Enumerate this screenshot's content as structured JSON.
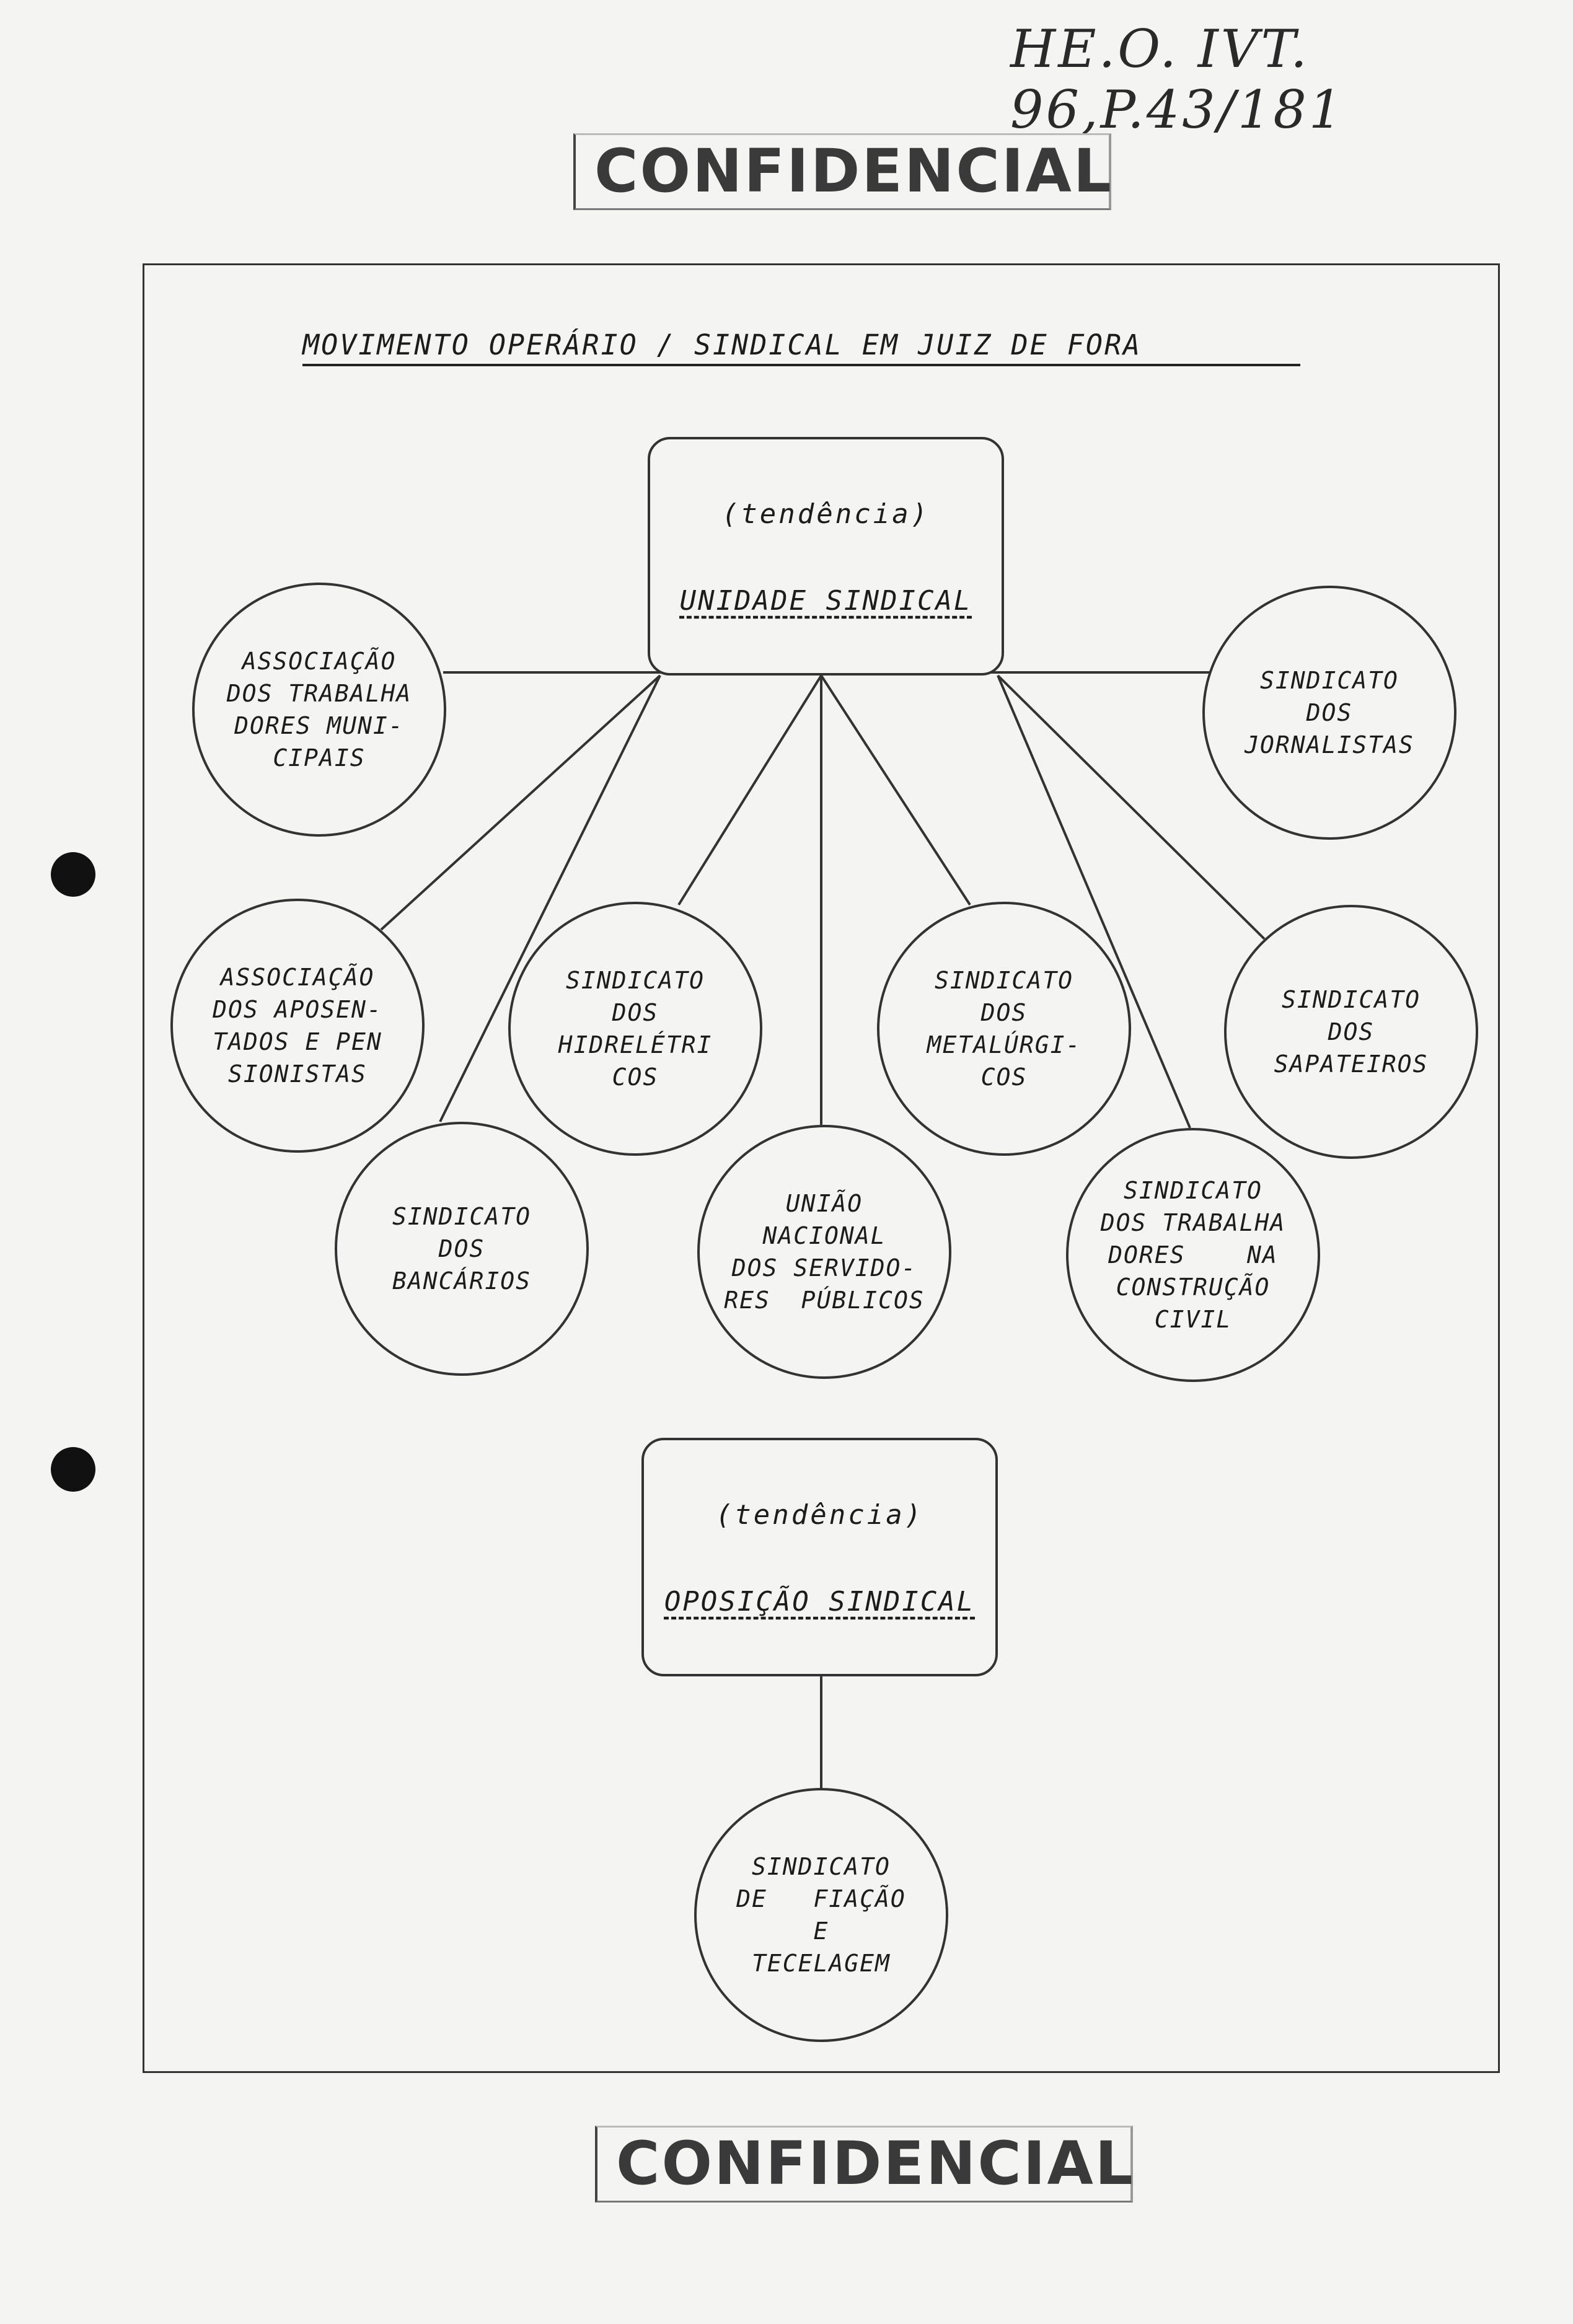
{
  "handwritten_ref": "HE.O. IVT. 96,P.43/181",
  "classification_top": "CONFIDENCIAL",
  "classification_bottom": "CONFIDENCIAL",
  "title": "MOVIMENTO   OPERÁRIO / SINDICAL   EM   JUIZ   DE   FORA",
  "tendency_unity": {
    "label": "(tendência)",
    "name": "UNIDADE  SINDICAL"
  },
  "tendency_opposition": {
    "label": "(tendência)",
    "name": "OPOSIÇÃO  SINDICAL"
  },
  "nodes": [
    "ASSOCIAÇÃO\nDOS TRABALHA\nDORES MUNI-\nCIPAIS",
    "SINDICATO\nDOS\nJORNALISTAS",
    "ASSOCIAÇÃO\nDOS APOSEN-\nTADOS E PEN\nSIONISTAS",
    "SINDICATO\nDOS\nHIDRELÉTRI\nCOS",
    "SINDICATO\nDOS\nMETALÚRGI-\nCOS",
    "SINDICATO\nDOS\nSAPATEIROS",
    "SINDICATO\nDOS\nBANCÁRIOS",
    "UNIÃO\nNACIONAL\nDOS SERVIDO-\nRES  PÚBLICOS",
    "SINDICATO\nDOS TRABALHA\nDORES    NA\nCONSTRUÇÃO\nCIVIL",
    "SINDICATO\nDE   FIAÇÃO\nE\nTECELAGEM"
  ]
}
